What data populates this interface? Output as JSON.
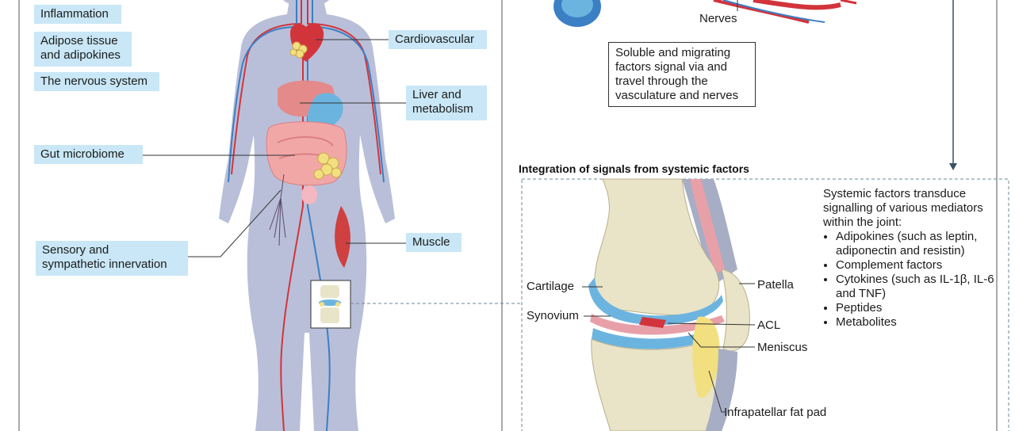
{
  "left_panel": {
    "labels": {
      "inflammation": "Inflammation",
      "adipose_line1": "Adipose tissue",
      "adipose_line2": "and adipokines",
      "nervous_system": "The nervous system",
      "cardiovascular": "Cardiovascular",
      "liver_line1": "Liver and",
      "liver_line2": "metabolism",
      "gut_microbiome": "Gut microbiome",
      "sensory_line1": "Sensory and",
      "sensory_line2": "sympathetic innervation",
      "muscle": "Muscle"
    }
  },
  "top_right": {
    "nerves_label": "Nerves",
    "soluble_box": [
      "Soluble and migrating",
      "factors signal via and",
      "travel through the",
      "vasculature and nerves"
    ]
  },
  "joint_panel": {
    "title": "Integration of signals from systemic factors",
    "labels": {
      "cartilage": "Cartilage",
      "synovium": "Synovium",
      "patella": "Patella",
      "acl": "ACL",
      "meniscus": "Meniscus",
      "fat_pad": "Infrapatellar fat pad"
    },
    "systemic": {
      "intro": [
        "Systemic factors transduce",
        "signalling of various mediators",
        "within the joint:"
      ],
      "items": [
        [
          "Adipokines (such as leptin,",
          "adiponectin and resistin)"
        ],
        [
          "Complement factors"
        ],
        [
          "Cytokines (such as IL-1β, IL-6",
          "and TNF)"
        ],
        [
          "Peptides"
        ],
        [
          "Metabolites"
        ]
      ]
    }
  },
  "colors": {
    "label_bg": "#c9e7f6",
    "body_fill": "#b9bfd9",
    "artery": "#d2343c",
    "vein": "#3b7fc4",
    "cartilage": "#6cb4e0",
    "bone": "#e9e4c8",
    "synovium": "#e8a0a8",
    "fat": "#f2df80"
  }
}
